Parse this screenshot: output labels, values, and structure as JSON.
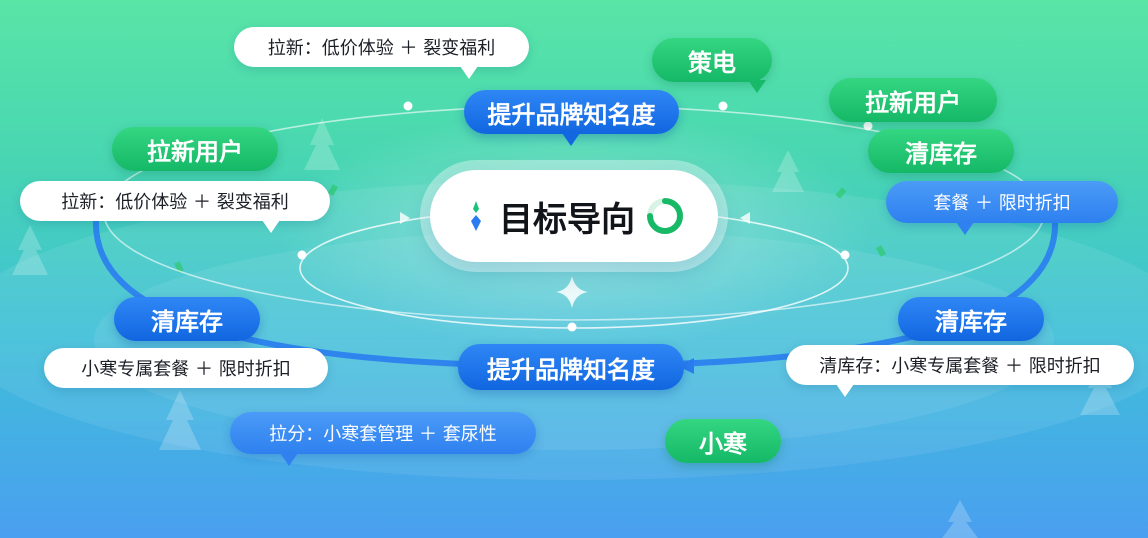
{
  "center": {
    "title": "目标导向"
  },
  "nodes": {
    "top_center": "提升品牌知名度",
    "top_center_note": "拉新：低价体验 ＋ 裂变福利",
    "top_right_1": "策电",
    "top_right_2": "拉新用户",
    "right_upper": "清库存",
    "right_upper_note": "套餐 ＋ 限时折扣",
    "left_upper": "拉新用户",
    "left_upper_note": "拉新：低价体验 ＋ 裂变福利",
    "left_lower": "清库存",
    "left_lower_note": "小寒专属套餐 ＋ 限时折扣",
    "bottom_center": "提升品牌知名度",
    "bottom_left_note": "拉分：小寒套管理 ＋ 套尿性",
    "right_lower": "清库存",
    "right_lower_note": "清库存：小寒专属套餐 ＋ 限时折扣",
    "bottom_right": "小寒"
  },
  "colors": {
    "green": "#15b866",
    "blue": "#1166e0",
    "bg_top": "#59e5a6",
    "bg_bottom": "#4a9ff0"
  },
  "icons": [
    "sparkle-logo-icon",
    "progress-ring-icon",
    "sparkle-icon",
    "pine-tree-icon",
    "arrow-icon"
  ]
}
